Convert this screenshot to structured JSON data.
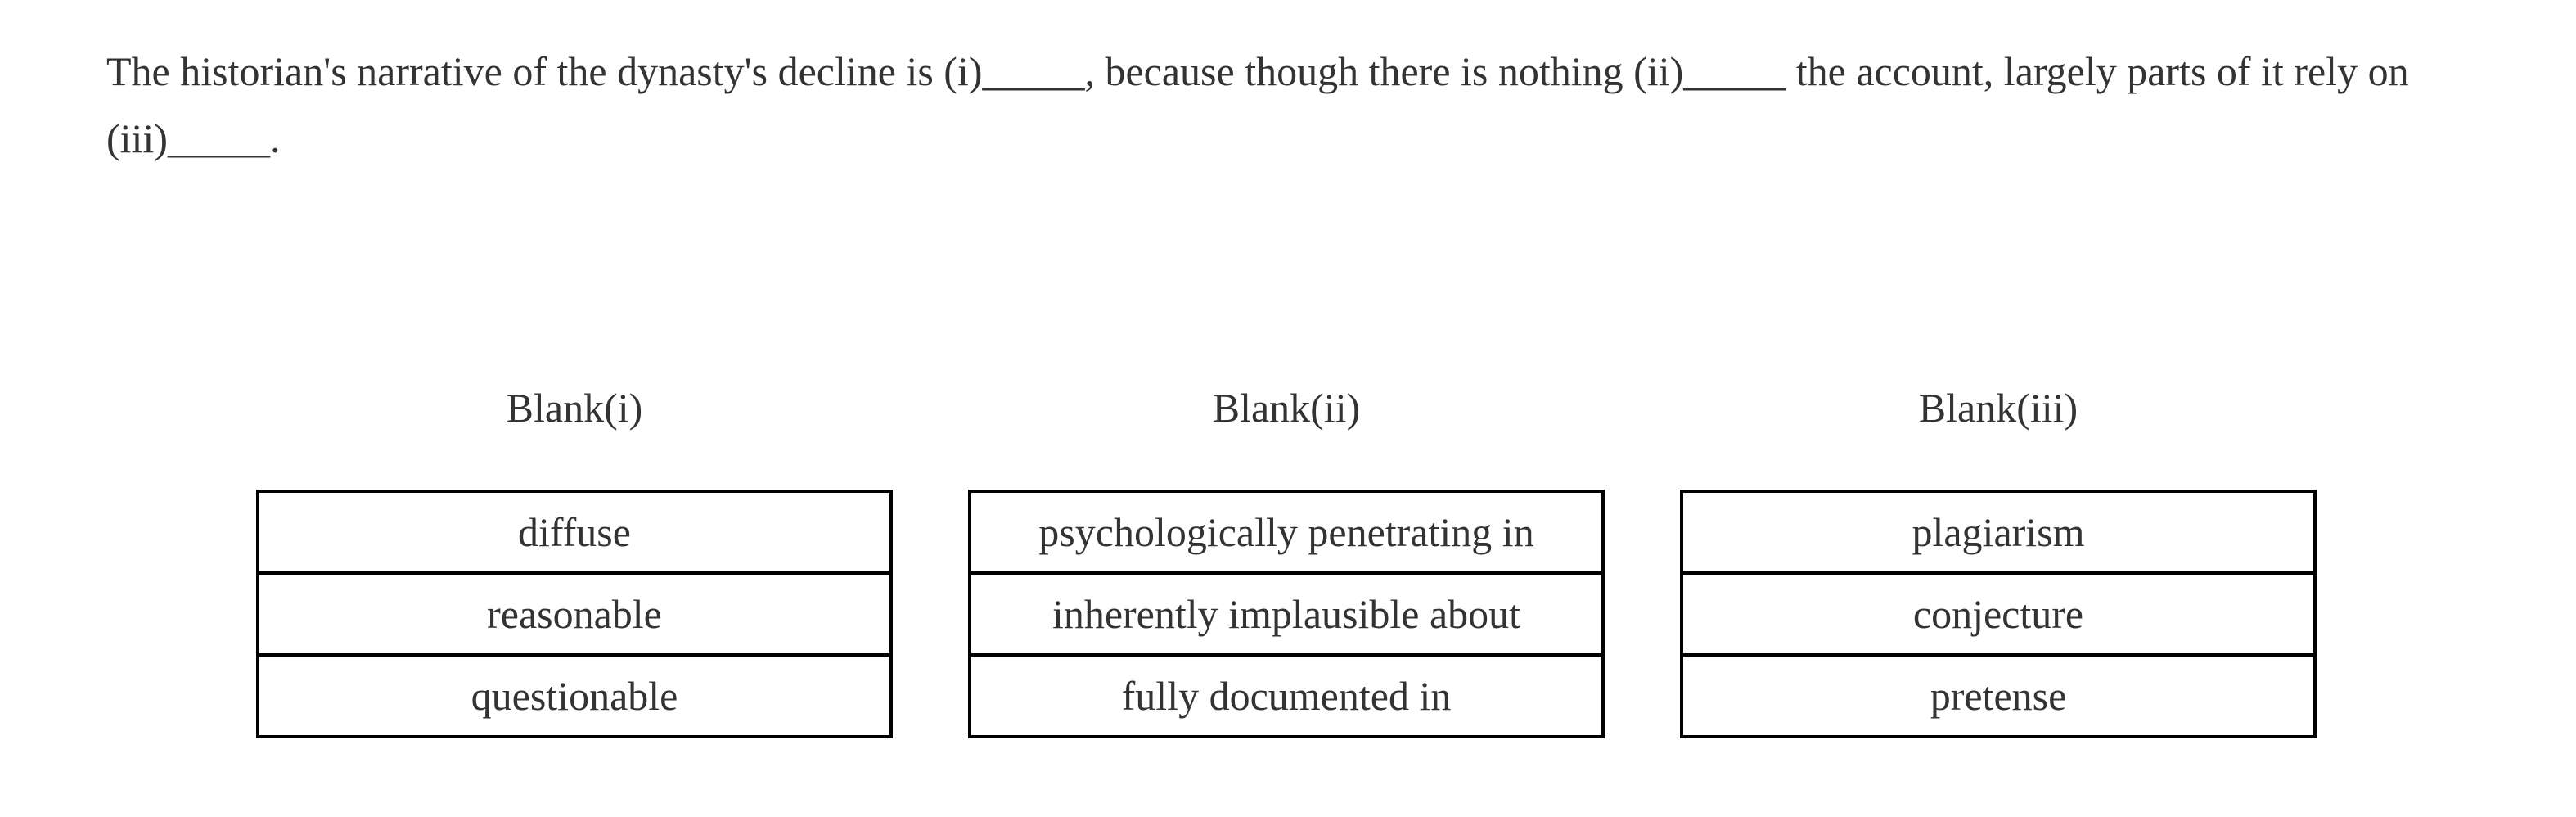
{
  "page": {
    "background_color": "#ffffff",
    "text_color": "#333333",
    "table_border_color": "#000000"
  },
  "question": {
    "text": "The historian's narrative of the dynasty's decline is (i)_____, because though there is nothing (ii)_____ the account, largely parts of it rely on (iii)_____."
  },
  "columns": [
    {
      "header": "Blank(i)",
      "options": [
        "diffuse",
        "reasonable",
        "questionable"
      ]
    },
    {
      "header": "Blank(ii)",
      "options": [
        "psychologically penetrating in",
        "inherently implausible about",
        "fully documented in"
      ]
    },
    {
      "header": "Blank(iii)",
      "options": [
        "plagiarism",
        "conjecture",
        "pretense"
      ]
    }
  ]
}
